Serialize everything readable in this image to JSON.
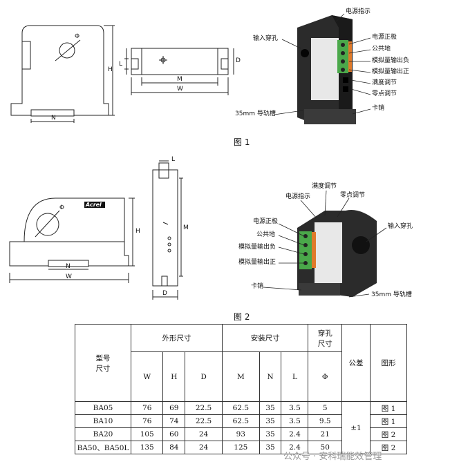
{
  "figure1": {
    "caption": "图 1",
    "dims": {
      "phi": "Φ",
      "H": "H",
      "N": "N",
      "L": "L",
      "D": "D",
      "M": "M",
      "W": "W"
    },
    "callouts": {
      "power_indicator": "电源指示",
      "input_hole": "输入穿孔",
      "power_positive": "电源正极",
      "common_ground": "公共地",
      "analog_out_neg": "模拟量输出负",
      "analog_out_pos": "模拟量输出正",
      "full_scale_adj": "满度调节",
      "zero_adj": "零点调节",
      "rail_slot": "35mm 导轨槽",
      "clip": "卡销"
    }
  },
  "figure2": {
    "caption": "图 2",
    "brand": "Acrel",
    "dims": {
      "phi": "Φ",
      "H": "H",
      "N": "N",
      "W": "W",
      "L": "L",
      "M": "M",
      "D": "D"
    },
    "callouts": {
      "full_scale_adj": "满度调节",
      "power_indicator": "电源指示",
      "zero_adj": "零点调节",
      "power_positive": "电源正极",
      "common_ground": "公共地",
      "analog_out_neg": "模拟量输出负",
      "analog_out_pos": "模拟量输出正",
      "input_hole": "输入穿孔",
      "clip": "卡销",
      "rail_slot": "35mm 导轨槽"
    }
  },
  "table": {
    "header_model": "型号",
    "header_size": "尺寸",
    "header_outline": "外形尺寸",
    "header_install": "安装尺寸",
    "header_hole": "穿孔",
    "header_hole2": "尺寸",
    "header_tolerance": "公差",
    "header_figure": "图形",
    "sub": [
      "W",
      "H",
      "D",
      "M",
      "N",
      "L",
      "Φ"
    ],
    "rows": [
      {
        "model": "BA05",
        "W": "76",
        "H": "69",
        "D": "22.5",
        "M": "62.5",
        "N": "35",
        "L": "3.5",
        "phi": "5",
        "fig": "图 1"
      },
      {
        "model": "BA10",
        "W": "76",
        "H": "74",
        "D": "22.5",
        "M": "62.5",
        "N": "35",
        "L": "3.5",
        "phi": "9.5",
        "fig": "图 1"
      },
      {
        "model": "BA20",
        "W": "105",
        "H": "60",
        "D": "24",
        "M": "93",
        "N": "35",
        "L": "2.4",
        "phi": "21",
        "fig": "图 2"
      },
      {
        "model": "BA50、BA50L",
        "W": "135",
        "H": "84",
        "D": "24",
        "M": "125",
        "N": "35",
        "L": "2.4",
        "phi": "50",
        "fig": "图 2"
      }
    ],
    "tolerance": "±1"
  },
  "watermark": "公众号 · 安科瑞能效管理"
}
